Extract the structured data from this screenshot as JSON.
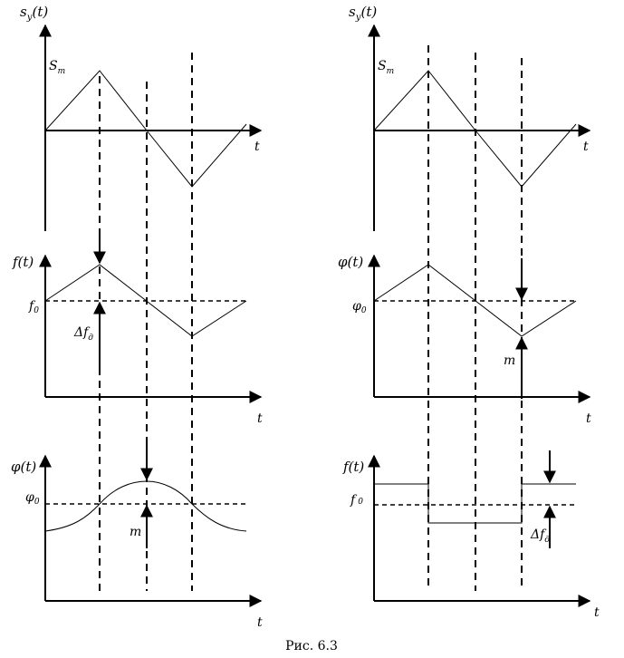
{
  "labels": {
    "left_top_ylabel": "s",
    "left_top_ylabel_sub": "у",
    "left_top_ylabel_arg": "(t)",
    "left_top_peak": "S",
    "left_top_peak_sub": "m",
    "left_mid_ylabel": "f(t)",
    "left_mid_level": "f",
    "left_mid_level_sub": "0",
    "left_mid_dev": "Δf",
    "left_mid_dev_sub": "д",
    "left_bot_ylabel": "φ(t)",
    "left_bot_level": "φ",
    "left_bot_level_sub": "0",
    "left_bot_dev": "m",
    "right_top_ylabel": "s",
    "right_top_ylabel_sub": "у",
    "right_top_ylabel_arg": "(t)",
    "right_top_peak": "S",
    "right_top_peak_sub": "m",
    "right_mid_ylabel": "φ(t)",
    "right_mid_level": "φ",
    "right_mid_level_sub": "0",
    "right_mid_dev": "m",
    "right_bot_ylabel": "f(t)",
    "right_bot_level": "f",
    "right_bot_level_sub": "0",
    "right_bot_dev": "Δf",
    "right_bot_dev_sub": "д",
    "t": "t"
  },
  "caption": "Рис. 6.3"
}
